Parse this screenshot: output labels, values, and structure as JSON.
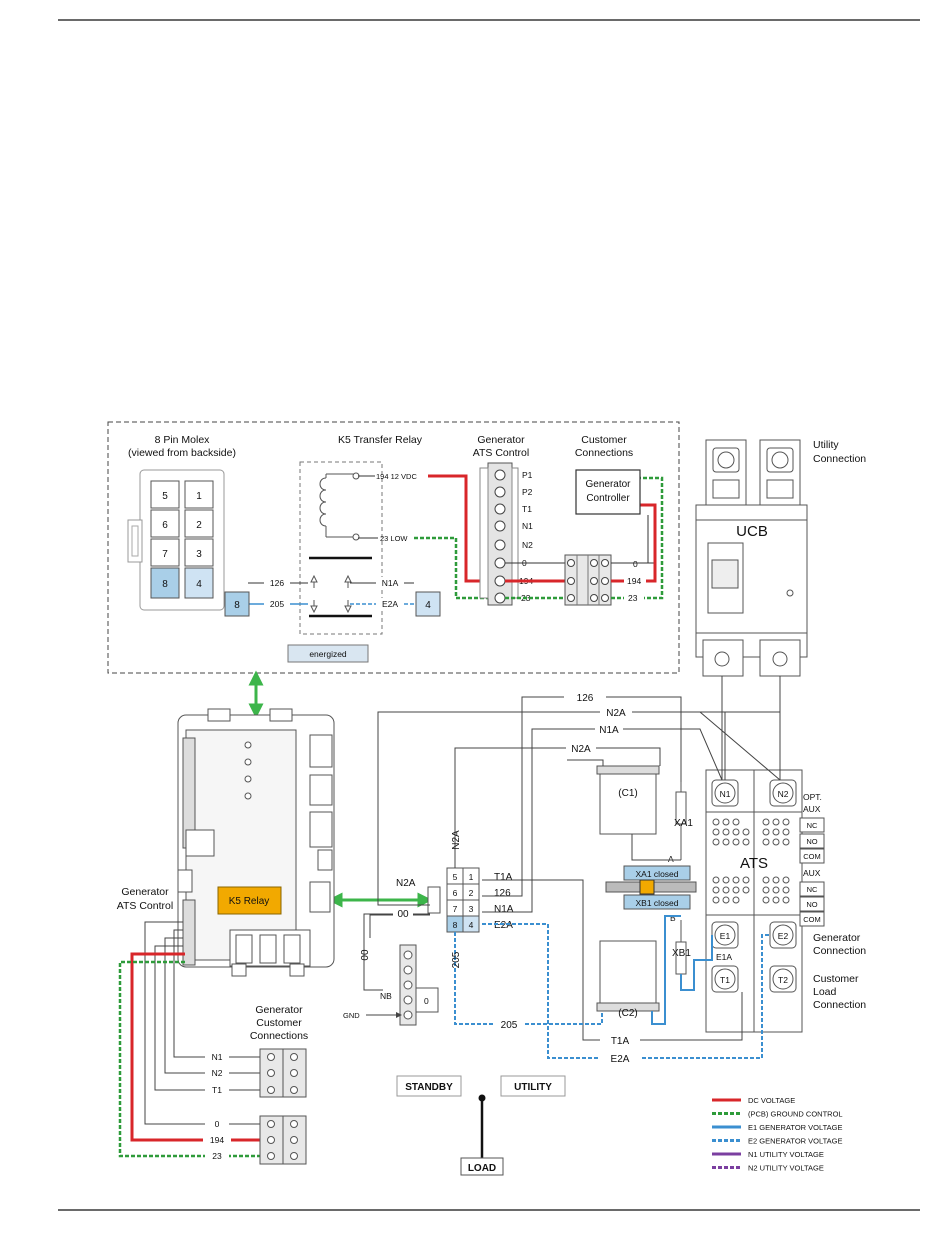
{
  "labels": {
    "molex_title_1": "8 Pin Molex",
    "molex_title_2": "(viewed from backside)",
    "relay_title": "K5 Transfer Relay",
    "gen_ats_title_1": "Generator",
    "gen_ats_title_2": "ATS Control",
    "cust_conn_title_1": "Customer",
    "cust_conn_title_2": "Connections",
    "utility_conn_1": "Utility",
    "utility_conn_2": "Connection",
    "gen_controller_1": "Generator",
    "gen_controller_2": "Controller",
    "ucb": "UCB",
    "energized": "energized",
    "vdc_194": "194 12 VDC",
    "low_23": "23 LOW",
    "k5_relay": "K5 Relay",
    "gen_ats_left_1": "Generator",
    "gen_ats_left_2": "ATS Control",
    "gen_cust_1": "Generator",
    "gen_cust_2": "Customer",
    "gen_cust_3": "Connections",
    "ats": "ATS",
    "opt": "OPT.",
    "aux": "AUX",
    "aux2": "AUX",
    "nc": "NC",
    "no": "NO",
    "com": "COM",
    "gen_conn_1": "Generator",
    "gen_conn_2": "Connection",
    "cust_load_1": "Customer",
    "cust_load_2": "Load",
    "cust_load_3": "Connection",
    "xa1_closed": "XA1 closed",
    "xb1_closed": "XB1 closed",
    "c1": "(C1)",
    "c2": "(C2)",
    "xa1": "XA1",
    "xb1": "XB1",
    "standby": "STANDBY",
    "utility": "UTILITY",
    "load": "LOAD",
    "nb": "NB",
    "gnd": "GND",
    "n1": "N1",
    "n2": "N2",
    "e1": "E1",
    "e2": "E2",
    "t1": "T1",
    "t2": "T2"
  },
  "molex_pins": [
    "5",
    "1",
    "6",
    "2",
    "7",
    "3",
    "8",
    "4"
  ],
  "ats_terminal_labels": [
    "P1",
    "P2",
    "T1",
    "N1",
    "N2",
    "0",
    "194",
    "23"
  ],
  "wires": {
    "w126": "126",
    "w205": "205",
    "n1a": "N1A",
    "e2a": "E2A",
    "n2a": "N2A",
    "t1a": "T1A",
    "w00": "00",
    "w0": "0",
    "w194": "194",
    "w23": "23",
    "e1a": "E1A",
    "a": "A",
    "b": "B",
    "pin8": "8",
    "pin4": "4"
  },
  "connector_rows": [
    {
      "left": "5",
      "right": "1",
      "wire": "T1A"
    },
    {
      "left": "6",
      "right": "2",
      "wire": "126"
    },
    {
      "left": "7",
      "right": "3",
      "wire": "N1A"
    },
    {
      "left": "8",
      "right": "4",
      "wire": "E2A"
    }
  ],
  "gen_cust_terms": [
    "N1",
    "N2",
    "T1",
    "0",
    "194",
    "23"
  ],
  "legend": [
    {
      "label": "DC VOLTAGE",
      "color": "#d8262a",
      "dashed": false
    },
    {
      "label": "(PCB) GROUND CONTROL",
      "color": "#2e9b3a",
      "dashed": true
    },
    {
      "label": "E1 GENERATOR VOLTAGE",
      "color": "#3b8fd0",
      "dashed": false
    },
    {
      "label": "E2 GENERATOR VOLTAGE",
      "color": "#3b8fd0",
      "dashed": true
    },
    {
      "label": "N1 UTILITY VOLTAGE",
      "color": "#7b3fa0",
      "dashed": false
    },
    {
      "label": "N2 UTILITY VOLTAGE",
      "color": "#7b3fa0",
      "dashed": true
    }
  ],
  "colors": {
    "dc": "#d8262a",
    "ground": "#2e9b3a",
    "gen": "#3b8fd0",
    "utility": "#7b3fa0",
    "arrow": "#3cb54a",
    "k5": "#f2a900",
    "pin_blue": "#a9cfe8"
  }
}
